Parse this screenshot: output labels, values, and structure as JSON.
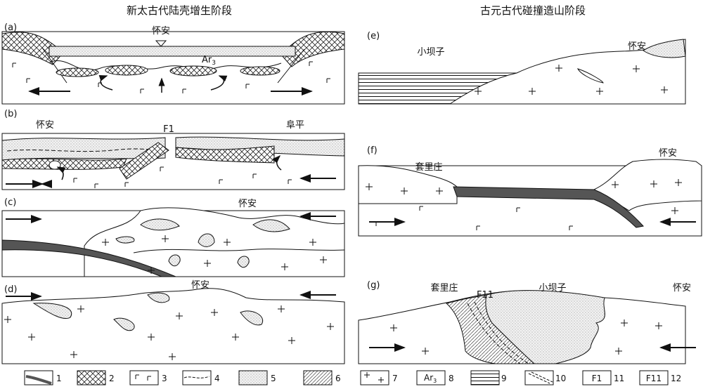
{
  "headings": {
    "left": "新太古代陆壳增生阶段",
    "right": "古元古代碰撞造山阶段"
  },
  "panels": {
    "a": {
      "label": "(a)",
      "place": "怀安",
      "unit": "Ar",
      "unit_sub": "3"
    },
    "b": {
      "label": "(b)",
      "left_place": "怀安",
      "fault": "F1",
      "right_place": "阜平"
    },
    "c": {
      "label": "(c)",
      "place": "怀安"
    },
    "d": {
      "label": "(d)",
      "place": "怀安"
    },
    "e": {
      "label": "(e)",
      "left_place": "小坝子",
      "right_place": "怀安"
    },
    "f": {
      "label": "(f)",
      "left_place": "套里庄",
      "right_place": "怀安"
    },
    "g": {
      "label": "(g)",
      "left_place": "套里庄",
      "fault": "F11",
      "mid_place": "小坝子",
      "right_place": "怀安"
    }
  },
  "legend": [
    {
      "num": "1",
      "icon": "black-band"
    },
    {
      "num": "2",
      "icon": "crosshatch"
    },
    {
      "num": "3",
      "icon": "corner-mark"
    },
    {
      "num": "4",
      "icon": "dashed-line"
    },
    {
      "num": "5",
      "icon": "stipple"
    },
    {
      "num": "6",
      "icon": "diagonal-hatch"
    },
    {
      "num": "7",
      "icon": "plus-marks"
    },
    {
      "num": "8",
      "icon": "text-box",
      "text": "Ar",
      "sub": "3"
    },
    {
      "num": "9",
      "icon": "horizontal-lines"
    },
    {
      "num": "10",
      "icon": "dashed-foliation"
    },
    {
      "num": "11",
      "icon": "text-box",
      "text": "F1"
    },
    {
      "num": "12",
      "icon": "text-box",
      "text": "F11"
    }
  ],
  "colors": {
    "dark_band": "#555555",
    "line": "#111111",
    "stipple": "#cccccc"
  }
}
